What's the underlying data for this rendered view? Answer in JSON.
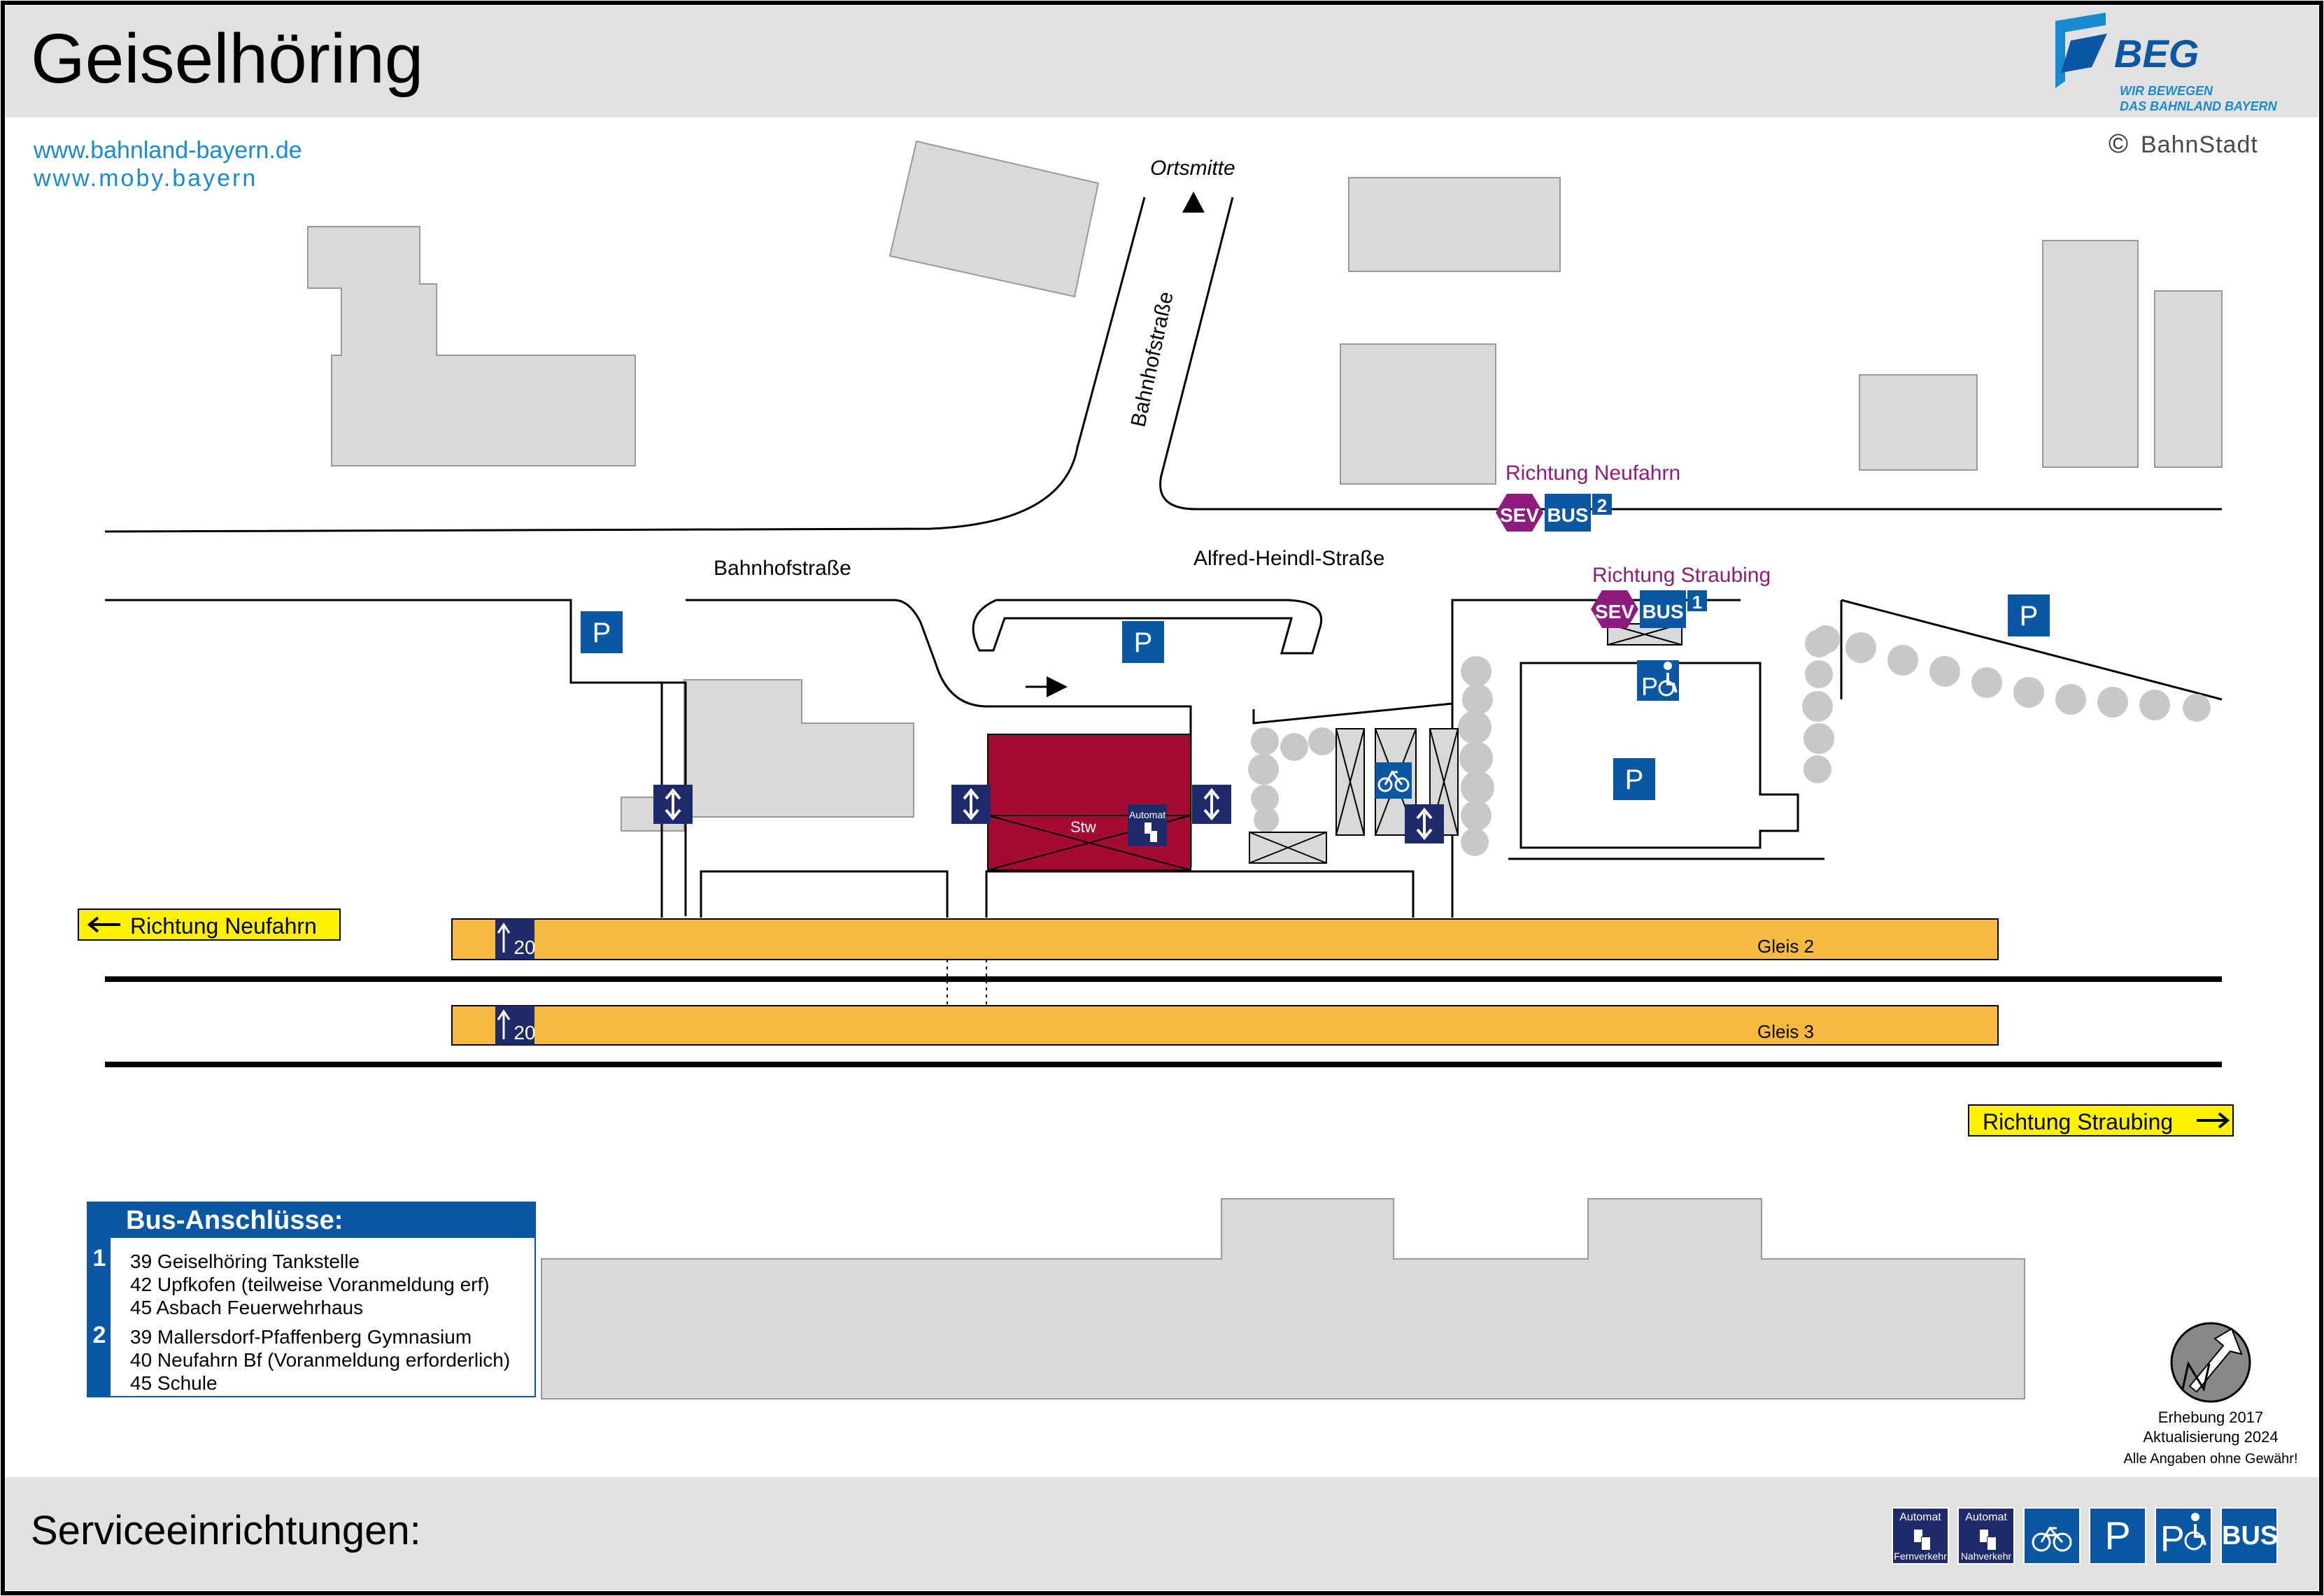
{
  "header": {
    "title": "Geiselhöring",
    "links": [
      "www.bahnland-bayern.de",
      "www.moby.bayern"
    ],
    "logo": {
      "name": "BEG",
      "tagline_1": "WIR BEWEGEN",
      "tagline_2": "DAS BAHNLAND BAYERN"
    },
    "copyright_symbol": "©",
    "copyright_name": "BahnStadt"
  },
  "map": {
    "labels": {
      "ortsmitte": "Ortsmitte",
      "bahnhofstrasse_vertical": "Bahnhofstraße",
      "bahnhofstrasse": "Bahnhofstraße",
      "alfred_heindl": "Alfred-Heindl-Straße",
      "richtung_neufahrn_bus": "Richtung Neufahrn",
      "richtung_straubing_bus": "Richtung Straubing",
      "stw": "Stw",
      "automat": "Automat"
    },
    "platforms": [
      {
        "name": "Gleis 2",
        "marker": "20"
      },
      {
        "name": "Gleis 3",
        "marker": "20"
      }
    ],
    "directions": {
      "left": "Richtung Neufahrn",
      "right": "Richtung Straubing"
    },
    "badges": {
      "sev": "SEV",
      "bus": "BUS",
      "stop_1": "1",
      "stop_2": "2",
      "parking": "P"
    }
  },
  "bus_connections": {
    "title": "Bus-Anschlüsse:",
    "stops": [
      {
        "number": "1",
        "lines": [
          "39 Geiselhöring Tankstelle",
          "42 Upfkofen (teilweise Voranmeldung erf)",
          "45 Asbach Feuerwehrhaus"
        ]
      },
      {
        "number": "2",
        "lines": [
          "39 Mallersdorf-Pfaffenberg Gymnasium",
          "40 Neufahrn Bf (Voranmeldung erforderlich)",
          "45 Schule"
        ]
      }
    ]
  },
  "info": {
    "erhebung": "Erhebung 2017",
    "aktualisierung": "Aktualisierung 2024",
    "disclaimer": "Alle Angaben ohne Gewähr!"
  },
  "footer": {
    "title": "Serviceeinrichtungen:",
    "services": [
      {
        "label": "Automat",
        "sub": "Fernverkehr"
      },
      {
        "label": "Automat",
        "sub": "Nahverkehr"
      },
      {
        "label": "bicycle-icon"
      },
      {
        "label": "P"
      },
      {
        "label": "P"
      },
      {
        "label": "BUS"
      }
    ]
  },
  "colors": {
    "header_bg": "#e1e1e1",
    "building": "#d9d9d9",
    "platform": "#f8b941",
    "station_building": "#a50a32",
    "blue": "#0a57a4",
    "navy": "#1f2a6b",
    "sev": "#8e1b7d",
    "link": "#1a8ad0",
    "direction_bg": "#fff200"
  }
}
